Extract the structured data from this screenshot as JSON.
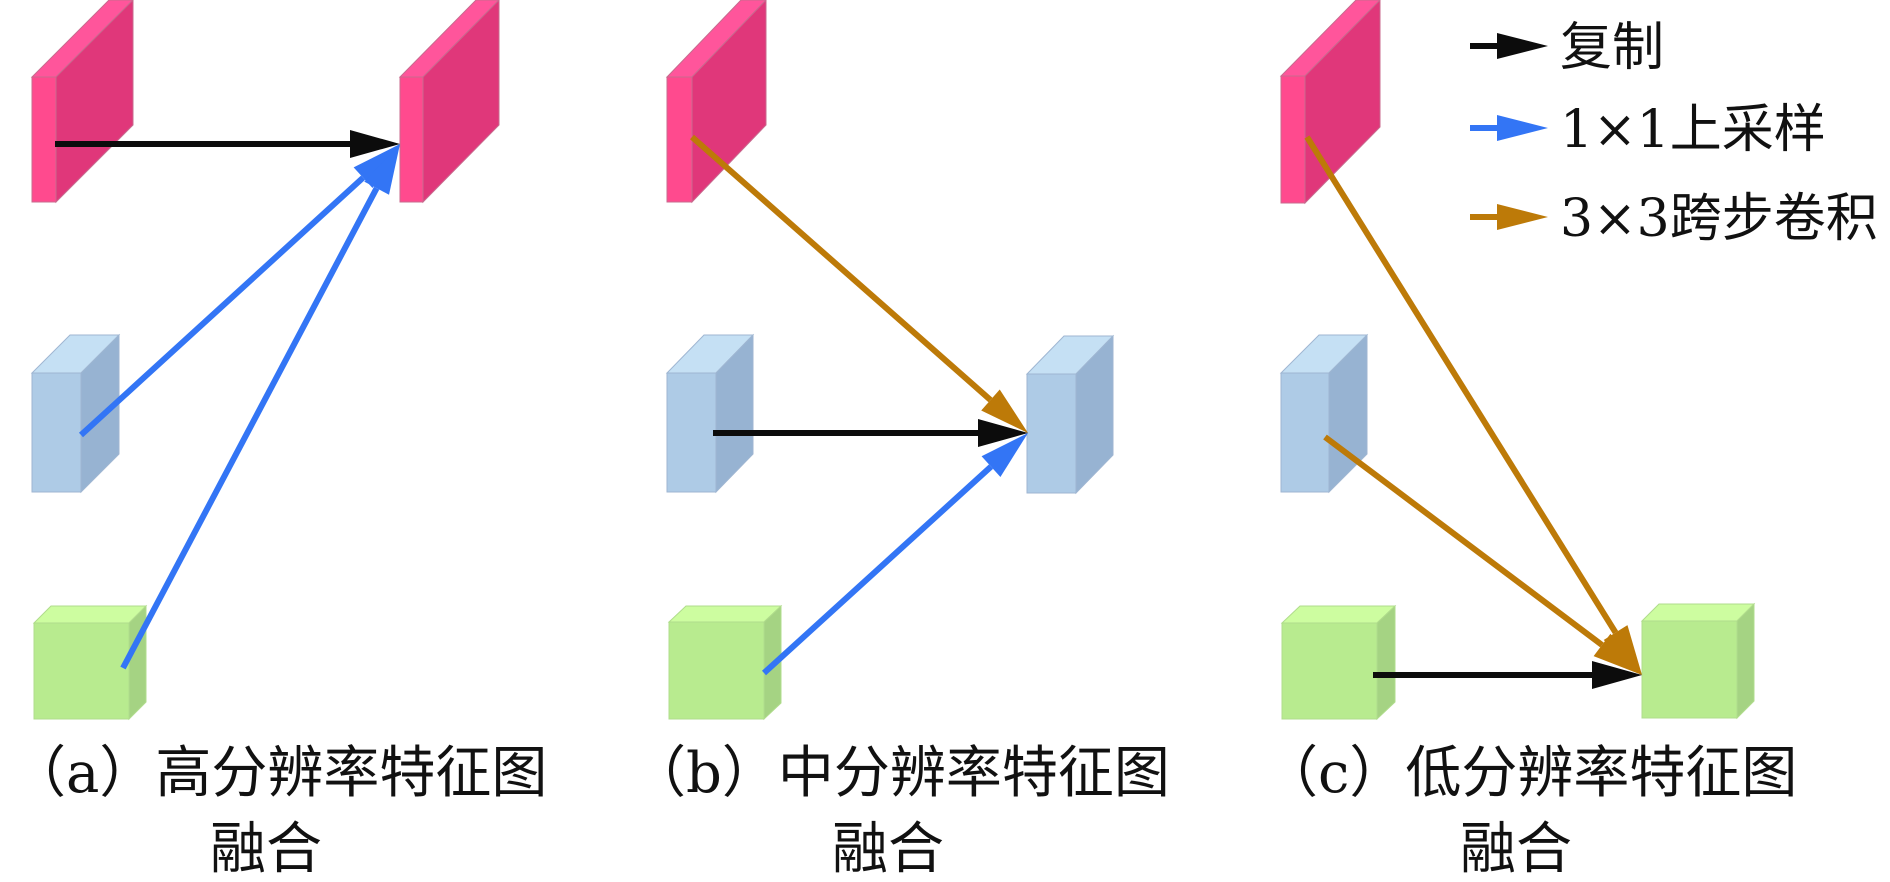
{
  "colors": {
    "copy": "#0c0c0c",
    "upsample": "#3375f5",
    "strided_conv": "#bd7a08",
    "high_res": {
      "front": "#ff4a8e",
      "top": "#ff559b",
      "side": "#e0377a",
      "edge": "#c86a8e"
    },
    "mid_res": {
      "front": "#aecbe6",
      "top": "#c5e0f4",
      "side": "#97b3d2",
      "edge": "#9fb6d2"
    },
    "low_res": {
      "front": "#b8eb8f",
      "top": "#cdfda0",
      "side": "#a5d383",
      "edge": "#b0dc8c"
    }
  },
  "legend": [
    {
      "key": "copy",
      "label": "复制"
    },
    {
      "key": "upsample",
      "label": "1×1上采样"
    },
    {
      "key": "strided_conv",
      "label": "3×3跨步卷积"
    }
  ],
  "panels": [
    {
      "id": "a",
      "caption_line1": "（a）高分辨率特征图",
      "caption_line2": "融合",
      "target": "high_res",
      "inputs": [
        {
          "from": "high_res",
          "op": "copy"
        },
        {
          "from": "mid_res",
          "op": "upsample"
        },
        {
          "from": "low_res",
          "op": "upsample"
        }
      ]
    },
    {
      "id": "b",
      "caption_line1": "（b）中分辨率特征图",
      "caption_line2": "融合",
      "target": "mid_res",
      "inputs": [
        {
          "from": "high_res",
          "op": "strided_conv"
        },
        {
          "from": "mid_res",
          "op": "copy"
        },
        {
          "from": "low_res",
          "op": "upsample"
        }
      ]
    },
    {
      "id": "c",
      "caption_line1": "（c）低分辨率特征图",
      "caption_line2": "融合",
      "target": "low_res",
      "inputs": [
        {
          "from": "high_res",
          "op": "strided_conv"
        },
        {
          "from": "mid_res",
          "op": "strided_conv"
        },
        {
          "from": "low_res",
          "op": "copy"
        }
      ]
    }
  ]
}
